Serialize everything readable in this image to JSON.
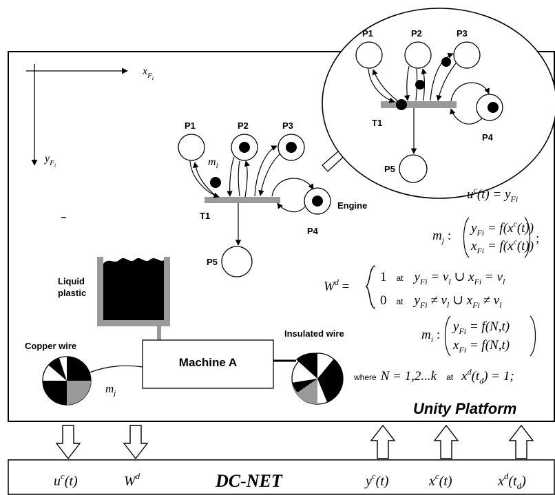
{
  "axes": {
    "x_label": "x",
    "x_sub": "F",
    "x_subsub": "i",
    "y_label": "y",
    "y_sub": "F",
    "y_subsub": "i"
  },
  "petri_small": {
    "places": [
      "P1",
      "P2",
      "P3",
      "P4",
      "P5"
    ],
    "transition": "T1",
    "arc_label": "m",
    "arc_label_sub": "i",
    "engine_label": "Engine"
  },
  "petri_zoom": {
    "places": [
      "P1",
      "P2",
      "P3",
      "P4",
      "P5"
    ],
    "transition": "T1"
  },
  "machine": {
    "title": "Machine A",
    "tank_label_1": "Liquid",
    "tank_label_2": "plastic",
    "copper": "Copper wire",
    "insulated": "Insulated wire",
    "mj": "m",
    "mj_sub": "j"
  },
  "platform_label": "Unity Platform",
  "equations": {
    "uc": "u",
    "uc_sup": "c",
    "uc_rest": "(t) = y",
    "uc_sub": "Fi",
    "mj_lhs": "m",
    "mj_sub": "j",
    "mj_line1": "y",
    "mj_line1_sub": "Fi",
    "mj_line1_rest": " = f(x",
    "mj_line1_sup": "c",
    "mj_line1_end": "(t))",
    "mj_line2": "x",
    "mj_line2_sub": "Fi",
    "mj_line2_rest": " = f(x",
    "mj_line2_sup": "c",
    "mj_line2_end": "(t))",
    "semicolon": ";",
    "wd_lhs": "W",
    "wd_sup": "d",
    "wd_case1_val": "1",
    "wd_case1_at": "at",
    "wd_case1_cond": "y",
    "wd_case1_cond_sub": "Fi",
    "wd_case1_cond_rest": " = v",
    "wd_case1_cond_sub2": "l",
    "wd_case1_cup": " ∪ x",
    "wd_case1_cup_sub": "Fi",
    "wd_case1_end": " = v",
    "wd_case1_end_sub": "l",
    "wd_case2_val": "0",
    "wd_case2_at": "at",
    "wd_case2_cond": "y",
    "wd_case2_cond_sub": "Fi",
    "wd_case2_cond_rest": " ≠ v",
    "wd_case2_cond_sub2": "l",
    "wd_case2_cup": " ∪ x",
    "wd_case2_cup_sub": "Fi",
    "wd_case2_end": " ≠ v",
    "wd_case2_end_sub": "l",
    "mi_lhs": "m",
    "mi_sub": "i",
    "mi_line1": "y",
    "mi_line1_sub": "Fi",
    "mi_line1_rest": " = f(N,t)",
    "mi_line2": "x",
    "mi_line2_sub": "Fi",
    "mi_line2_rest": " = f(N,t)",
    "where": "where",
    "where_eq": "N = 1,2...k",
    "where_at": "at",
    "where_cond": "x",
    "where_cond_sup": "d",
    "where_cond_rest": "(t",
    "where_cond_sub": "d",
    "where_cond_end": ") = 1;"
  },
  "bottom": {
    "uc": "u",
    "uc_sup": "c",
    "uc_rest": "(t)",
    "wd": "W",
    "wd_sup": "d",
    "dcnet": "DC-NET",
    "yc": "y",
    "yc_sup": "c",
    "yc_rest": "(t)",
    "xc": "x",
    "xc_sup": "c",
    "xc_rest": "(t)",
    "xd": "x",
    "xd_sup": "d",
    "xd_rest": "(t",
    "xd_sub": "d",
    "xd_end": ")"
  }
}
